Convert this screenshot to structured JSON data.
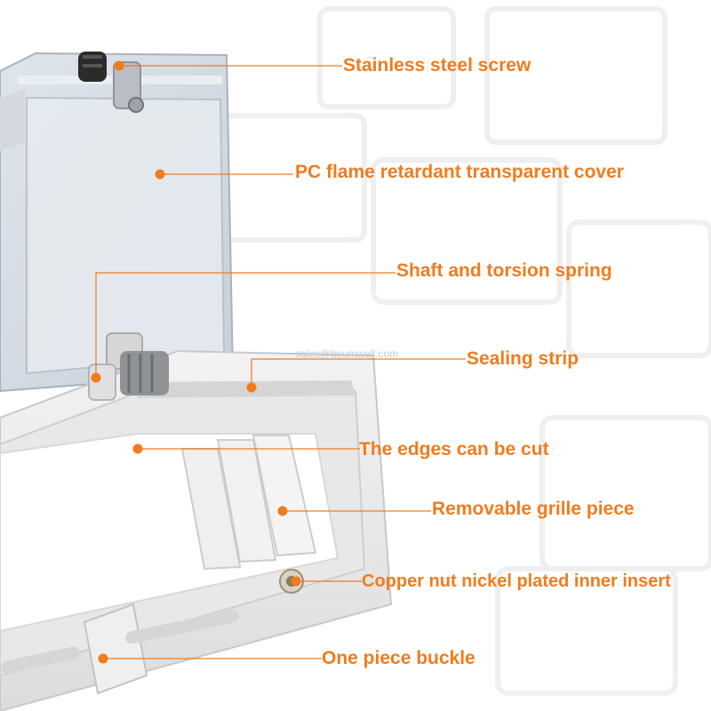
{
  "accent_color": "#f07c1e",
  "watermark": "sales@bsumwell.com",
  "callouts": [
    {
      "id": "screw",
      "text": "Stainless steel screw"
    },
    {
      "id": "cover",
      "text": "PC flame retardant transparent cover"
    },
    {
      "id": "spring",
      "text": "Shaft and torsion spring"
    },
    {
      "id": "seal",
      "text": "Sealing strip"
    },
    {
      "id": "edges",
      "text": "The edges can be cut"
    },
    {
      "id": "grille",
      "text": "Removable grille piece"
    },
    {
      "id": "nut",
      "text": "Copper nut nickel plated inner insert"
    },
    {
      "id": "buckle",
      "text": "One piece buckle"
    }
  ]
}
